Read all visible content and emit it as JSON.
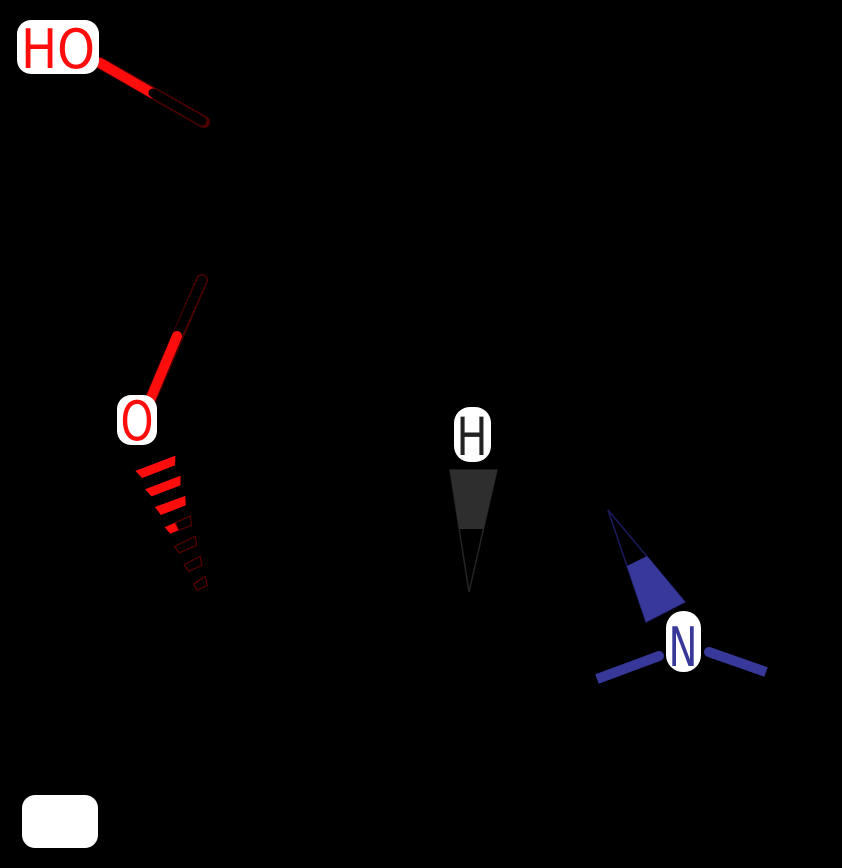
{
  "molecule": {
    "description": "Skeletal chemical structure of a polycyclic alkaloid on a black background; carbon–carbon bonds are drawn in black (invisible against the background) so only the heteroatom-colored bond halves, stereo wedges and atom labels are visible",
    "background_color": "#000000",
    "labels": {
      "hydroxyl": {
        "text": "HO",
        "color": "#FF0D0D"
      },
      "ether_oxygen": {
        "text": "O",
        "color": "#FF0D0D"
      },
      "stereo_hydrogen": {
        "text": "H",
        "color": "#222222"
      },
      "amine_nitrogen": {
        "text": "N",
        "color": "#38389B"
      }
    },
    "colors": {
      "oxygen_bond": "#FF0D0D",
      "oxygen_bond_rim": "#4D0000",
      "nitrogen_bond": "#38389B",
      "nitrogen_bond_rim": "#1A1A5E",
      "hydrogen_wedge_gray": "#2E2E2E",
      "hydrogen_wedge_rim": "#242424",
      "carbon_bond": "#000000",
      "label_halo": "#FFFFFF"
    },
    "stereo_features": [
      "hashed wedge from ether oxygen down to ring carbon (red to black)",
      "solid wedge from stereocenter up to explicit hydrogen (black to gray)",
      "solid wedge from ring carbon down to nitrogen (black to blue)"
    ]
  }
}
